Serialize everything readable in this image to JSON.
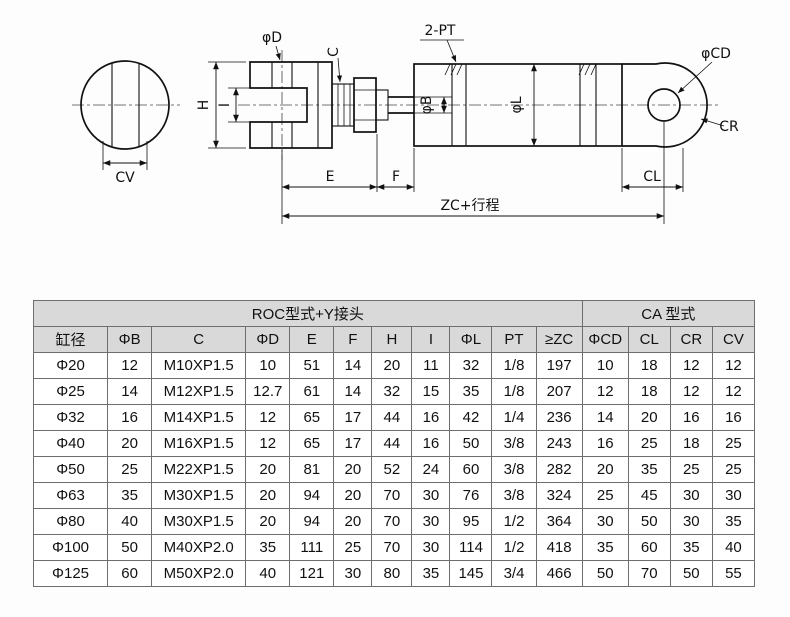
{
  "drawing": {
    "labels": {
      "phi_d": "φD",
      "c": "C",
      "two_pt": "2-PT",
      "phi_cd": "φCD",
      "cr": "CR",
      "h": "H",
      "i": "I",
      "phi_b": "φB",
      "phi_l": "φL",
      "cv": "CV",
      "e": "E",
      "f": "F",
      "cl": "CL",
      "zc_stroke": "ZC+行程"
    }
  },
  "table": {
    "group_headers": [
      {
        "label": "ROC型式+Y接头",
        "span": "11"
      },
      {
        "label": "CA 型式",
        "span": "4"
      }
    ],
    "columns": [
      "缸径",
      "ΦB",
      "C",
      "ΦD",
      "E",
      "F",
      "H",
      "I",
      "ΦL",
      "PT",
      "≥ZC",
      "ΦCD",
      "CL",
      "CR",
      "CV"
    ],
    "rows": [
      [
        "Φ20",
        "12",
        "M10XP1.5",
        "10",
        "51",
        "14",
        "20",
        "11",
        "32",
        "1/8",
        "197",
        "10",
        "18",
        "12",
        "12"
      ],
      [
        "Φ25",
        "14",
        "M12XP1.5",
        "12.7",
        "61",
        "14",
        "32",
        "15",
        "35",
        "1/8",
        "207",
        "12",
        "18",
        "12",
        "12"
      ],
      [
        "Φ32",
        "16",
        "M14XP1.5",
        "12",
        "65",
        "17",
        "44",
        "16",
        "42",
        "1/4",
        "236",
        "14",
        "20",
        "16",
        "16"
      ],
      [
        "Φ40",
        "20",
        "M16XP1.5",
        "12",
        "65",
        "17",
        "44",
        "16",
        "50",
        "3/8",
        "243",
        "16",
        "25",
        "18",
        "25"
      ],
      [
        "Φ50",
        "25",
        "M22XP1.5",
        "20",
        "81",
        "20",
        "52",
        "24",
        "60",
        "3/8",
        "282",
        "20",
        "35",
        "25",
        "25"
      ],
      [
        "Φ63",
        "35",
        "M30XP1.5",
        "20",
        "94",
        "20",
        "70",
        "30",
        "76",
        "3/8",
        "324",
        "25",
        "45",
        "30",
        "30"
      ],
      [
        "Φ80",
        "40",
        "M30XP1.5",
        "20",
        "94",
        "20",
        "70",
        "30",
        "95",
        "1/2",
        "364",
        "30",
        "50",
        "30",
        "35"
      ],
      [
        "Φ100",
        "50",
        "M40XP2.0",
        "35",
        "111",
        "25",
        "70",
        "30",
        "114",
        "1/2",
        "418",
        "35",
        "60",
        "35",
        "40"
      ],
      [
        "Φ125",
        "60",
        "M50XP2.0",
        "40",
        "121",
        "30",
        "80",
        "35",
        "145",
        "3/4",
        "466",
        "50",
        "70",
        "50",
        "55"
      ]
    ]
  }
}
